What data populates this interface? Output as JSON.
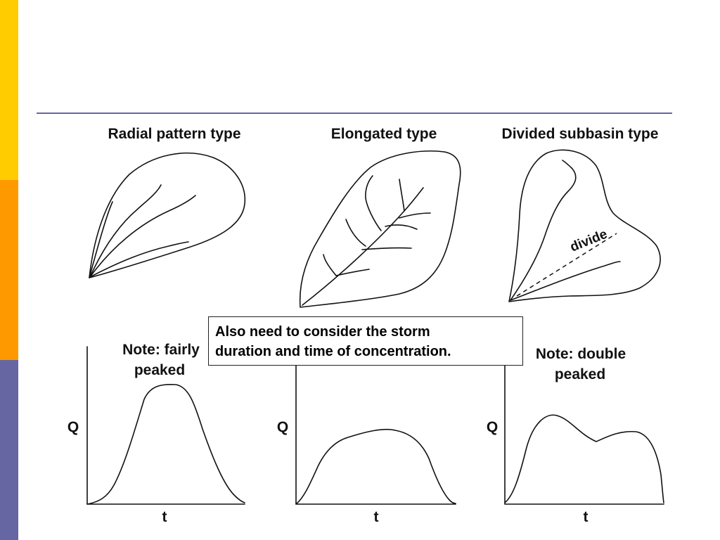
{
  "slide": {
    "colors": {
      "bar_top": "#FFCC00",
      "bar_middle": "#FF9900",
      "bar_bottom": "#6666A3",
      "rule": "#6666A3"
    },
    "basins": [
      {
        "title": "Radial pattern type"
      },
      {
        "title": "Elongated type"
      },
      {
        "title": "Divided subbasin type",
        "divide_label": "divide"
      }
    ],
    "hydrographs": [
      {
        "y_label": "Q",
        "x_label": "t",
        "note_line1": "Note:  fairly",
        "note_line2": "peaked"
      },
      {
        "y_label": "Q",
        "x_label": "t"
      },
      {
        "y_label": "Q",
        "x_label": "t",
        "note_line1": "Note:  double",
        "note_line2": "peaked"
      }
    ],
    "callout": {
      "line1": "Also need to consider the storm",
      "line2": "duration and time of concentration."
    }
  }
}
